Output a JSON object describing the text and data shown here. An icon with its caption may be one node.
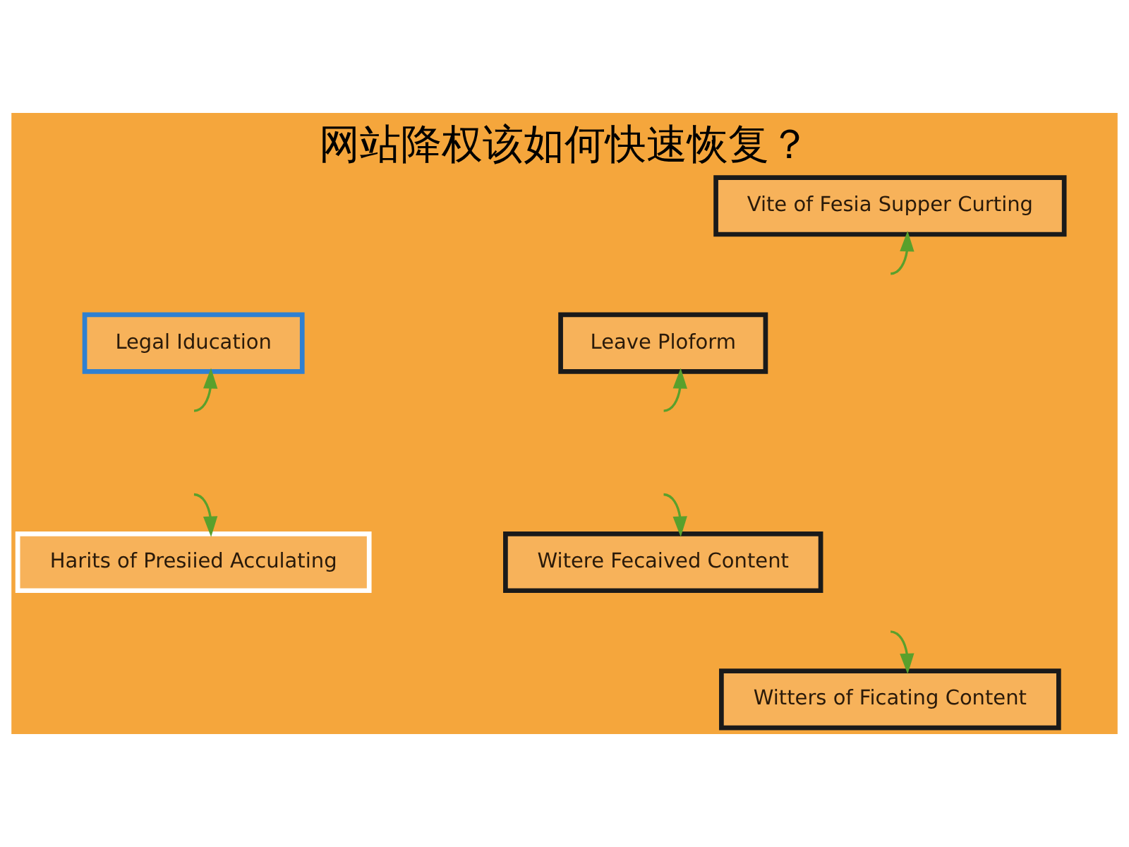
{
  "diagram": {
    "title": "网站降权该如何快速恢复？",
    "nodes": [
      {
        "text": [
          "Vite of Fesia Supper Curting"
        ]
      },
      {
        "text": [
          "Legal Iducation"
        ]
      },
      {
        "text": [
          "Leave Ploform"
        ]
      },
      {
        "text": [
          "Harits of Presiied Acculating"
        ]
      },
      {
        "text": [
          "Witere Fecaived Content"
        ]
      },
      {
        "text": [
          "Witters of Ficating Content"
        ]
      }
    ],
    "edges": [
      {
        "from": null,
        "to": 0,
        "arrow": "to"
      },
      {
        "from": null,
        "to": 1,
        "arrow": "to"
      },
      {
        "from": null,
        "to": 2,
        "arrow": "to"
      },
      {
        "from": null,
        "to": 3,
        "arrow": "to"
      },
      {
        "from": null,
        "to": 4,
        "arrow": "to"
      },
      {
        "from": null,
        "to": 5,
        "arrow": "to"
      }
    ]
  }
}
